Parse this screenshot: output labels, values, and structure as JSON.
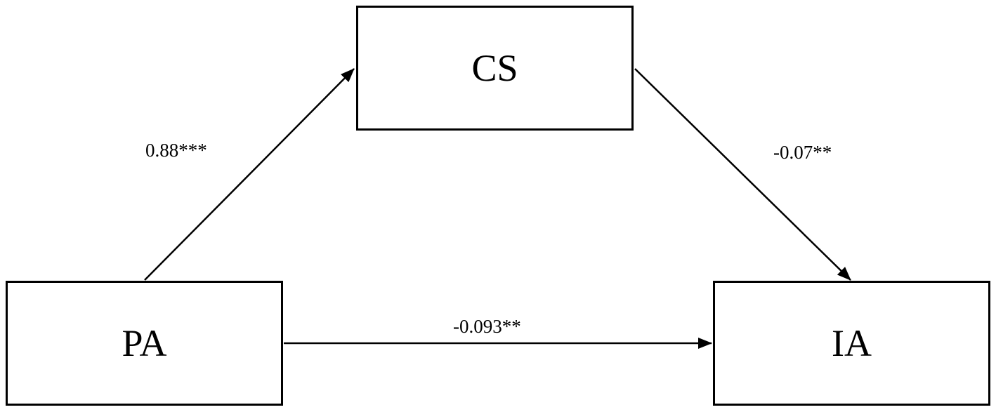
{
  "diagram": {
    "nodes": {
      "cs": {
        "label": "CS"
      },
      "pa": {
        "label": "PA"
      },
      "ia": {
        "label": "IA"
      }
    },
    "paths": [
      {
        "from": "PA",
        "to": "CS",
        "coefficient": "0.88***"
      },
      {
        "from": "CS",
        "to": "IA",
        "coefficient": "-0.07**"
      },
      {
        "from": "PA",
        "to": "IA",
        "coefficient": "-0.093**"
      }
    ]
  },
  "colors": {
    "stroke": "#000000",
    "background": "#ffffff"
  }
}
